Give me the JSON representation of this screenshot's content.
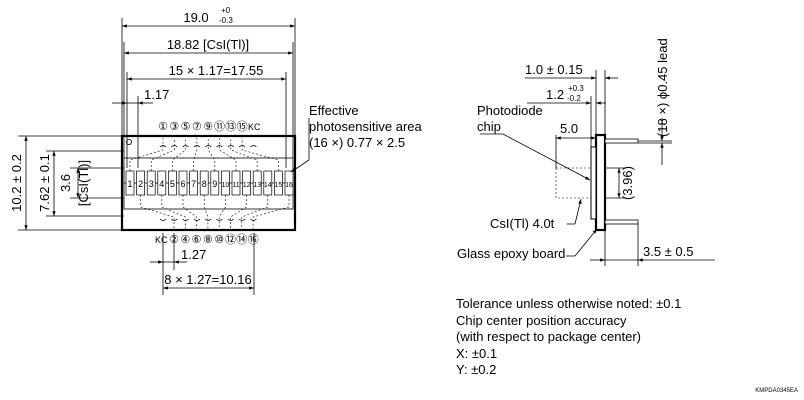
{
  "front_view": {
    "dim_total_width_main": "19.0",
    "dim_total_width_sup": "+0",
    "dim_total_width_sub": "-0.3",
    "dim_scint_width": "18.82 [CsI(Tl)]",
    "dim_pitch_total": "15 × 1.17=17.55",
    "dim_pitch": "1.17",
    "dim_height": "10.2 ± 0.2",
    "dim_scint_height": "7.62 ± 0.1",
    "dim_scint_thk": "3.6",
    "dim_scint_thk_label": "[CsI(Tl)]",
    "dim_lead_pitch": "1.27",
    "dim_lead_total": "8 × 1.27=10.16",
    "top_pins": [
      "①",
      "③",
      "⑤",
      "⑦",
      "⑨",
      "⑪",
      "⑬",
      "⑮"
    ],
    "top_pin_kc": "KC",
    "bottom_pin_kc": "KC",
    "bottom_pins": [
      "②",
      "④",
      "⑥",
      "⑧",
      "⑩",
      "⑫",
      "⑭",
      "⑯"
    ],
    "element_numbers": [
      "1",
      "2",
      "3",
      "4",
      "5",
      "6",
      "7",
      "8",
      "9",
      "10",
      "11",
      "12",
      "13",
      "14",
      "15",
      "16"
    ],
    "effective_area_line1": "Effective",
    "effective_area_line2": "photosensitive area",
    "effective_area_line3": "(16 ×) 0.77 × 2.5"
  },
  "side_view": {
    "dim_lead": "(18 ×) ϕ0.45 lead",
    "dim_board": "1.0 ± 0.15",
    "dim_chip_main": "1.2",
    "dim_chip_sup": "+0.3",
    "dim_chip_sub": "-0.2",
    "label_photodiode_1": "Photodiode",
    "label_photodiode_2": "chip",
    "dim_chip_pos": "5.0",
    "dim_inner": "(3.96)",
    "label_csi": "CsI(Tl) 4.0t",
    "label_board": "Glass epoxy board",
    "dim_lead_len": "3.5 ± 0.5"
  },
  "notes": {
    "line1": "Tolerance unless otherwise noted: ±0.1",
    "line2": "Chip center position accuracy",
    "line3": "(with respect to package center)",
    "line4": "X: ±0.1",
    "line5": "Y: ±0.2"
  },
  "drawing_code": "KMPDA0345EA"
}
